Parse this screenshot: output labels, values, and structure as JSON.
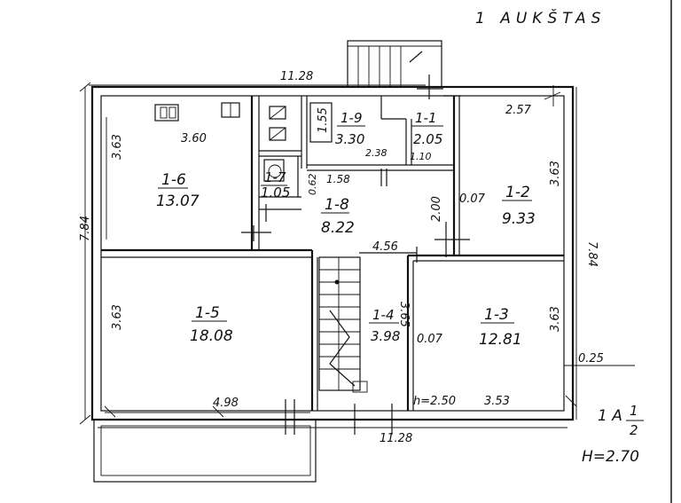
{
  "title": "1 AUKŠTAS",
  "scale": {
    "line1": "1 A",
    "num": "1",
    "den": "2",
    "height": "H=2.70"
  },
  "rooms": [
    {
      "id": "1-6",
      "area": "13.07"
    },
    {
      "id": "1-9",
      "area": "3.30"
    },
    {
      "id": "1-1",
      "area": "2.05"
    },
    {
      "id": "1-2",
      "area": "9.33"
    },
    {
      "id": "1-7",
      "area": "1.05"
    },
    {
      "id": "1-8",
      "area": "8.22"
    },
    {
      "id": "1-5",
      "area": "18.08"
    },
    {
      "id": "1-4",
      "area": "3.98"
    },
    {
      "id": "1-3",
      "area": "12.81"
    }
  ],
  "dims": {
    "top": "11.28",
    "bottom": "11.28",
    "left": "7.84",
    "right": "7.84",
    "d363a": "3.63",
    "d363b": "3.63",
    "d363c": "3.63",
    "d363d": "3.63",
    "d363e": "3.65",
    "d360": "3.60",
    "d257": "2.57",
    "d155": "1.55",
    "d238": "2.38",
    "d110": "1.10",
    "d158": "1.58",
    "d062": "0.62",
    "d200": "2.00",
    "d007a": "0.07",
    "d007b": "0.07",
    "d456": "4.56",
    "d498": "4.98",
    "d353": "3.53",
    "d025": "0.25",
    "h250": "h=2.50"
  }
}
